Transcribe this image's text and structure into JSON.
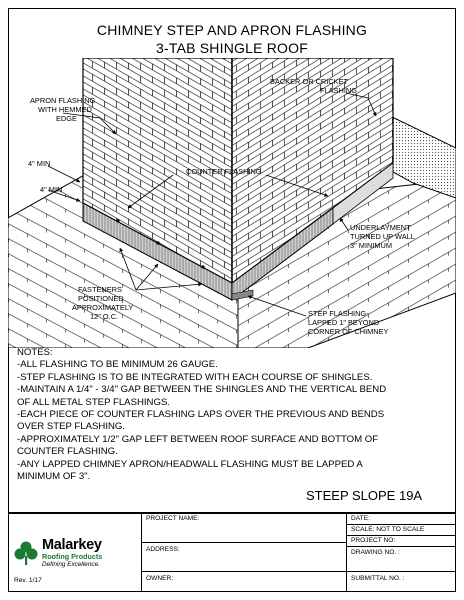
{
  "title": {
    "line1": "CHIMNEY STEP AND APRON FLASHING",
    "line2": "3-TAB SHINGLE ROOF"
  },
  "callouts": {
    "apron_1": "APRON FLASHING",
    "apron_2": "WITH HEMMED",
    "apron_3": "EDGE",
    "backer_1": "BACKER OR CRICKET",
    "backer_2": "FLASHING",
    "min4_a": "4\" MIN",
    "min4_b": "4\" MIN",
    "counter": "COUNTER FLASHING",
    "underlay_1": "UNDERLAYMENT",
    "underlay_2": "TURNED UP WALL",
    "underlay_3": "3\" MINIMUM",
    "fast_1": "FASTENERS",
    "fast_2": "POSITIONED",
    "fast_3": "APPROXIMATELY",
    "fast_4": "12\" O.C.",
    "step_1": "STEP FLASHING-",
    "step_2": "LAPPED 1\" BEYOND",
    "step_3": "CORNER OF CHIMNEY"
  },
  "notes": {
    "heading": "NOTES:",
    "lines": [
      "-ALL FLASHING TO BE MINIMUM 26 GAUGE.",
      "-STEP FLASHING IS TO BE INTEGRATED WITH EACH COURSE OF SHINGLES.",
      "-MAINTAIN A 1/4\" - 3/4\" GAP BETWEEN THE SHINGLES AND THE VERTICAL BEND",
      "OF ALL METAL STEP FLASHINGS.",
      "-EACH PIECE OF COUNTER FLASHING LAPS OVER THE PREVIOUS AND BENDS",
      "OVER STEP FLASHING.",
      "-APPROXIMATELY 1/2\" GAP LEFT BETWEEN ROOF SURFACE AND BOTTOM OF",
      "COUNTER FLASHING.",
      "-ANY LAPPED CHIMNEY APRON/HEADWALL FLASHING MUST BE LAPPED A",
      "MINIMUM OF 3\"."
    ]
  },
  "sheet_id": "STEEP SLOPE 19A",
  "title_block": {
    "project_name": "PROJECT NAME:",
    "address": "ADDRESS:",
    "owner": "OWNER:",
    "date": "DATE:",
    "scale": "SCALE:  NOT TO SCALE",
    "project_no": "PROJECT NO:",
    "drawing_no": "DRAWING NO. :",
    "submittal_no": "SUBMITTAL NO. :",
    "revision": "Rev. 1/17"
  },
  "logo": {
    "name": "Malarkey",
    "sub": "Roofing Products",
    "tagline": "Defining Excellence.",
    "color": "#1a7a32"
  }
}
